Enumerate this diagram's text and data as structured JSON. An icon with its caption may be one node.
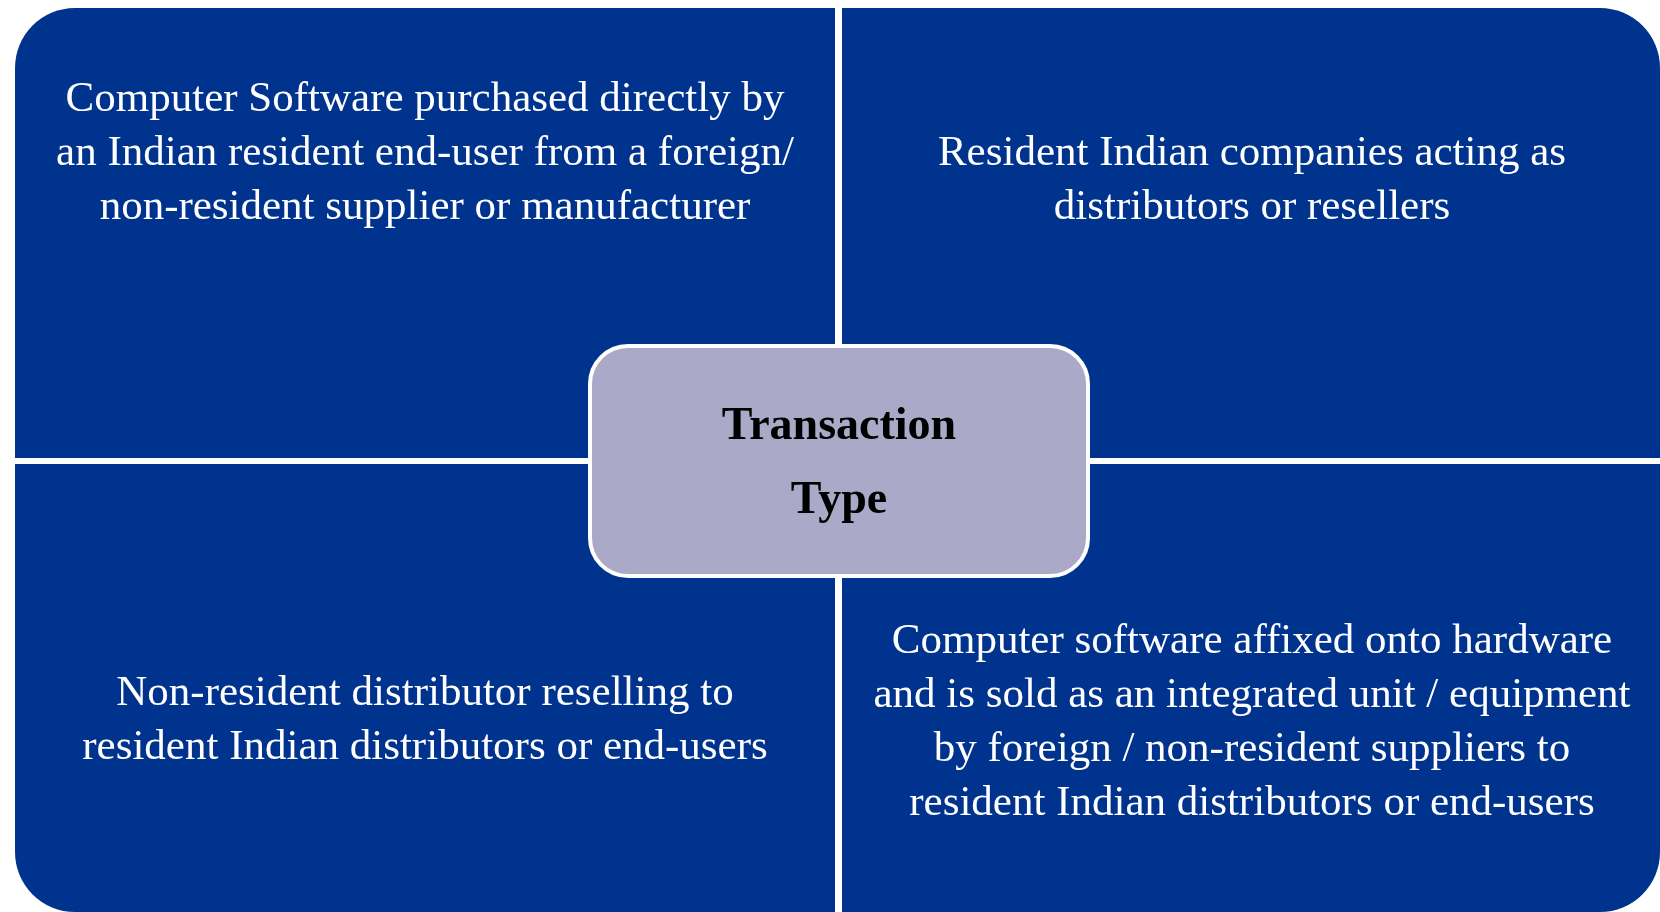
{
  "diagram": {
    "nodes": [
      {
        "text": [
          "Computer Software purchased directly by an Indian resident end-user from a foreign/ non-resident supplier or manufacturer"
        ]
      },
      {
        "text": [
          "Resident Indian companies acting as distributors or resellers"
        ]
      },
      {
        "text": [
          "Transaction Type"
        ]
      },
      {
        "text": [
          "Non-resident distributor reselling to resident Indian distributors or end-users"
        ]
      },
      {
        "text": [
          "Computer software affixed onto hardware and is sold as an integrated unit / equipment by foreign / non-resident suppliers to resident Indian distributors or end-users"
        ]
      }
    ]
  }
}
